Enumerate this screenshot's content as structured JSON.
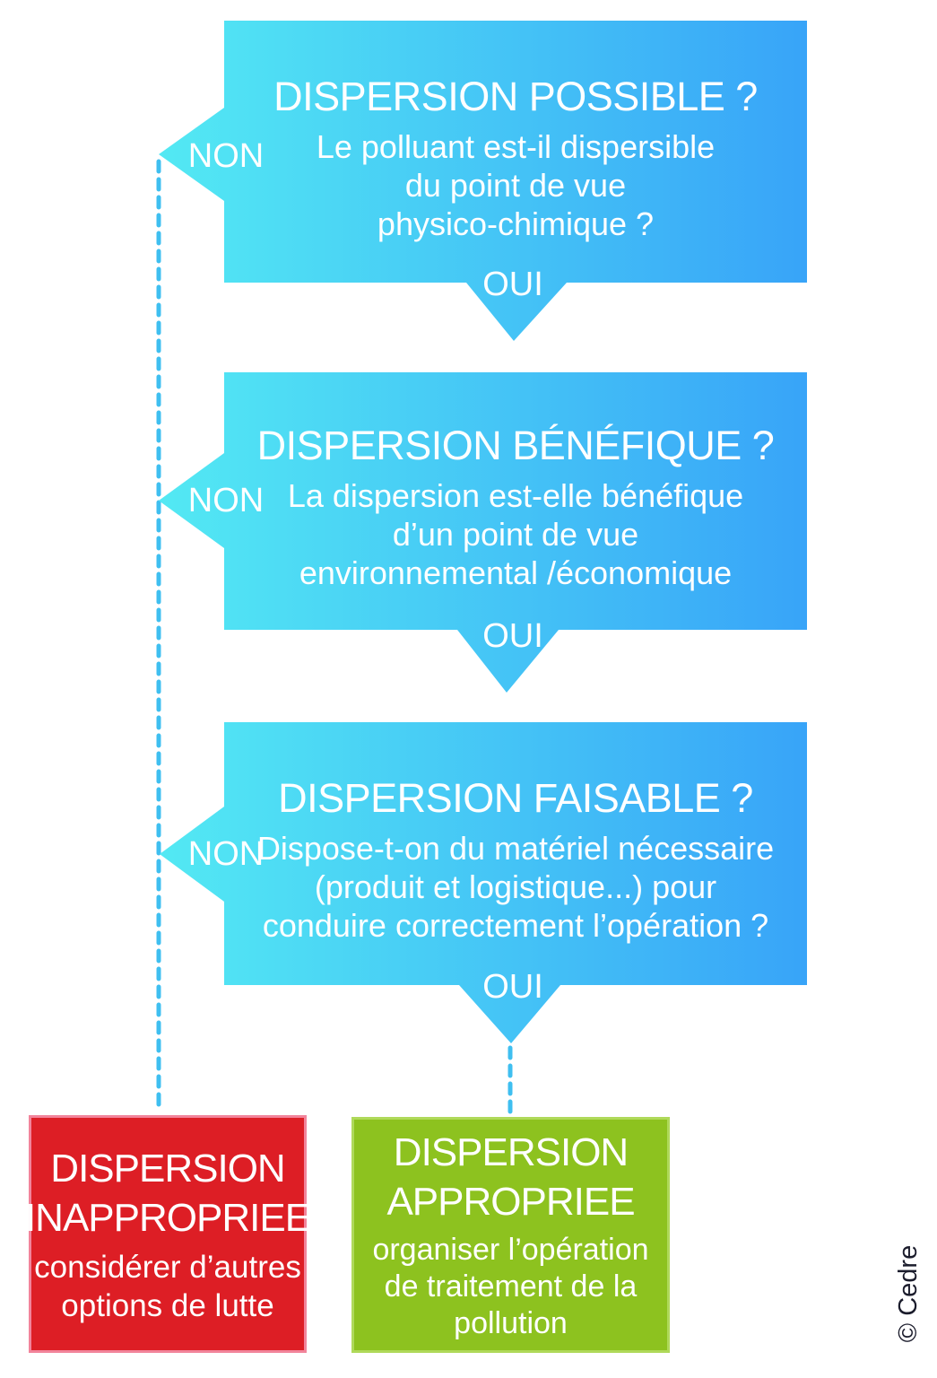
{
  "colors": {
    "bubble_gradient_left": "#53E9F3",
    "bubble_gradient_right": "#38A4F8",
    "dashed_line": "#3FBFF0",
    "negative_fill": "#DD1E25",
    "negative_border": "#F2849B",
    "positive_fill": "#8DC21F",
    "positive_border": "#AFD95A",
    "text_on_color": "#FFFFFF",
    "credit_text": "#1B1C2C"
  },
  "nodes": [
    {
      "title": "DISPERSION POSSIBLE ?",
      "lines": [
        "Le polluant est-il dispersible",
        "du point de vue",
        "physico-chimique ?"
      ],
      "no_label": "NON",
      "yes_label": "OUI"
    },
    {
      "title": "DISPERSION BÉNÉFIQUE ?",
      "lines": [
        "La dispersion est-elle bénéfique",
        "d’un point de vue",
        "environnemental /économique"
      ],
      "no_label": "NON",
      "yes_label": "OUI"
    },
    {
      "title": "DISPERSION FAISABLE ?",
      "lines": [
        "Dispose-t-on du matériel nécessaire",
        "(produit et logistique...) pour",
        "conduire correctement l’opération ?"
      ],
      "no_label": "NON",
      "yes_label": "OUI"
    }
  ],
  "outcomes": {
    "negative": {
      "title_line1": "DISPERSION",
      "title_line2": "INAPPROPRIEE",
      "lines": [
        "considérer d’autres",
        "options de lutte"
      ]
    },
    "positive": {
      "title_line1": "DISPERSION",
      "title_line2": "APPROPRIEE",
      "lines": [
        "organiser l’opération",
        "de traitement de la",
        "pollution"
      ]
    }
  },
  "credit": "© Cedre"
}
